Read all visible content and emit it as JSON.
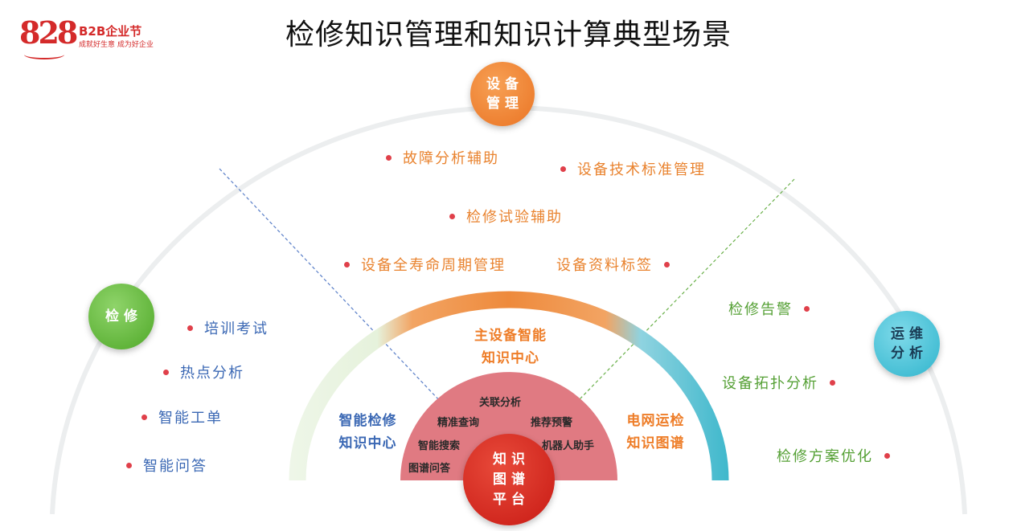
{
  "logo": {
    "number": "828",
    "name": "B2B企业节",
    "slogan": "成就好生意 成为好企业"
  },
  "title": "检修知识管理和知识计算典型场景",
  "nodes": {
    "top": [
      "设 备",
      "管 理"
    ],
    "left": "检 修",
    "right": [
      "运 维",
      "分 析"
    ],
    "center": [
      "知 识",
      "图 谱",
      "平 台"
    ]
  },
  "hubs": {
    "main": [
      "主设备智能",
      "知识中心"
    ],
    "left": [
      "智能检修",
      "知识中心"
    ],
    "right": [
      "电网运检",
      "知识图谱"
    ]
  },
  "top_items": [
    "故障分析辅助",
    "设备技术标准管理",
    "检修试验辅助",
    "设备全寿命周期管理",
    "设备资料标签"
  ],
  "left_items": [
    "培训考试",
    "热点分析",
    "智能工单",
    "智能问答"
  ],
  "right_items": [
    "检修告警",
    "设备拓扑分析",
    "检修方案优化"
  ],
  "keywords": [
    "关联分析",
    "精准查询",
    "推荐预警",
    "智能搜索",
    "机器人助手",
    "图谱问答"
  ],
  "colors": {
    "orange": "#ea7424",
    "green": "#4fa828",
    "teal": "#2fb4cc",
    "red": "#c81a14",
    "pink_sector": "#e07a82",
    "blue_text": "#3b68b4",
    "dot": "#e0404a"
  }
}
